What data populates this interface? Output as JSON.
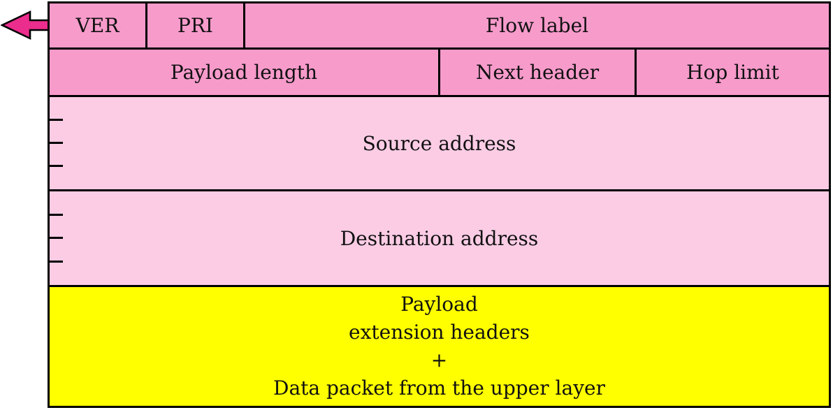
{
  "colors": {
    "header_pink": "#F79BCB",
    "address_pink": "#FCCCE5",
    "payload_yellow": "#FFFF00",
    "arrow_pink": "#EB2D8D",
    "line_black": "#000000",
    "background": "#FFFFFF"
  },
  "fields": {
    "ver": "VER",
    "pri": "PRI",
    "flow_label": "Flow label",
    "payload_length": "Payload length",
    "next_header": "Next header",
    "hop_limit": "Hop limit",
    "source_address": "Source address",
    "destination_address": "Destination address"
  },
  "payload": {
    "lines": [
      "Payload",
      "extension headers",
      "+",
      "Data packet from the upper layer"
    ]
  }
}
